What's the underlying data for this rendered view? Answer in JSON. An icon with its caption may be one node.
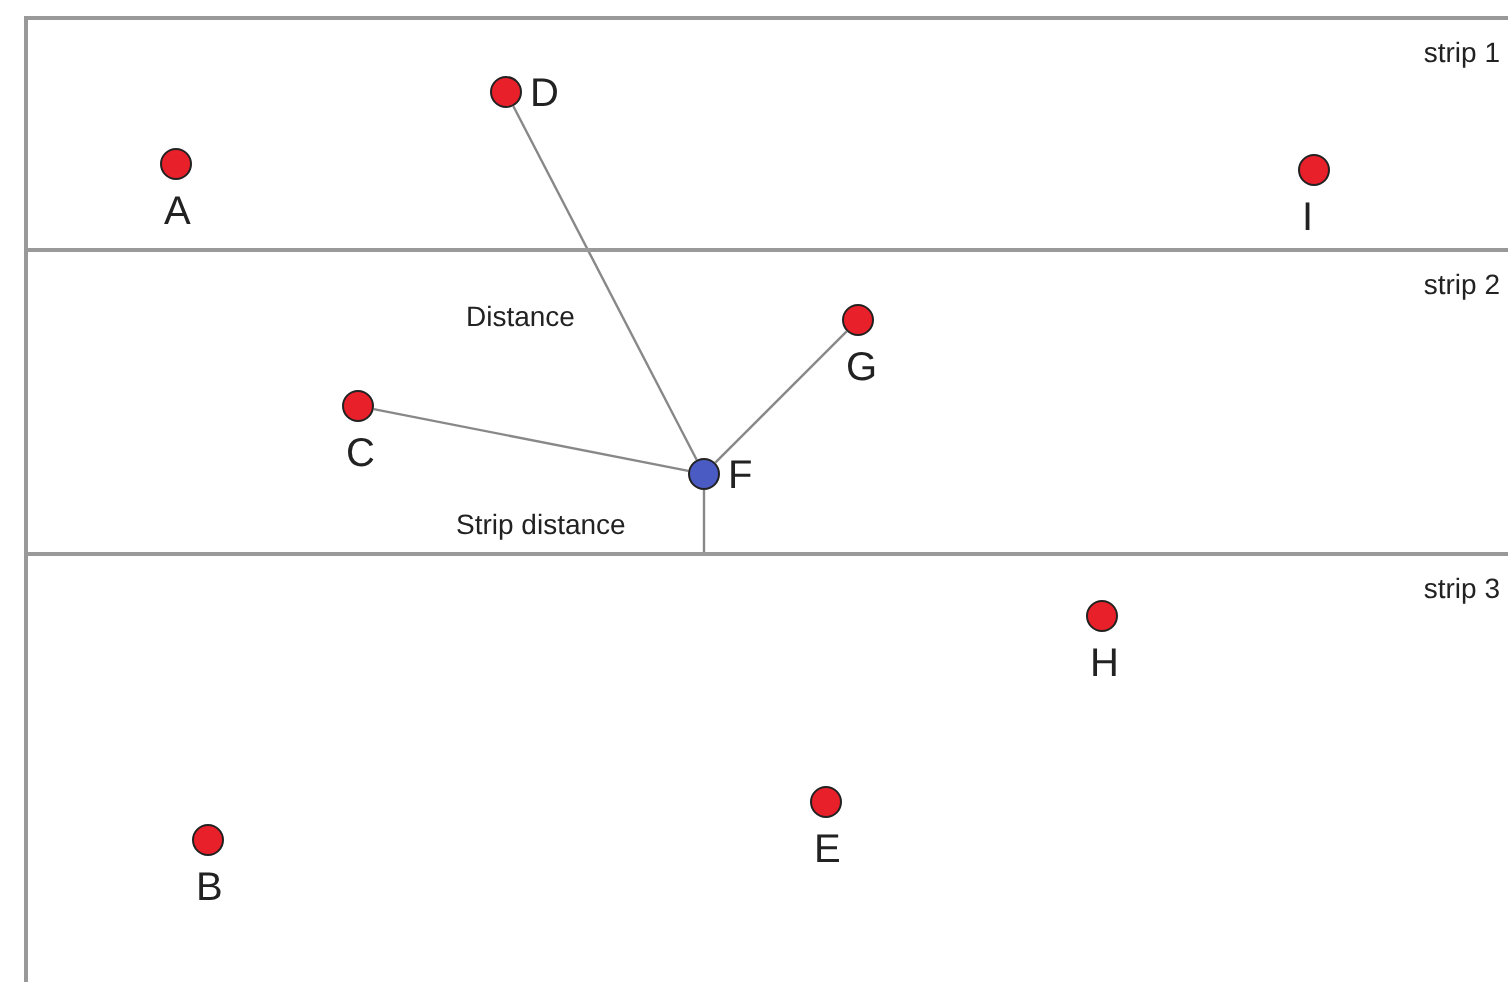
{
  "diagram": {
    "nodes": [
      {
        "text": [
          "strip 1"
        ]
      },
      {
        "text": [
          "D"
        ],
        "in": 0
      },
      {
        "text": [
          "A"
        ],
        "in": 0
      },
      {
        "text": [
          "I"
        ],
        "in": 0
      },
      {
        "text": [
          "strip 2"
        ]
      },
      {
        "text": [
          "G"
        ],
        "in": 4
      },
      {
        "text": [
          "C"
        ],
        "in": 4
      },
      {
        "text": [
          "F"
        ],
        "in": 4
      },
      {
        "text": [
          "strip 3"
        ]
      },
      {
        "text": [
          "H"
        ],
        "in": 8
      },
      {
        "text": [
          "E"
        ],
        "in": 8
      },
      {
        "text": [
          "B"
        ],
        "in": 8
      }
    ],
    "edges": [
      {
        "from": 1,
        "to": 7,
        "arrow": "none",
        "label": "Distance"
      },
      {
        "from": 6,
        "to": 7,
        "arrow": "none"
      },
      {
        "from": 5,
        "to": 7,
        "arrow": "none"
      }
    ],
    "labels": [
      "Strip distance"
    ]
  }
}
